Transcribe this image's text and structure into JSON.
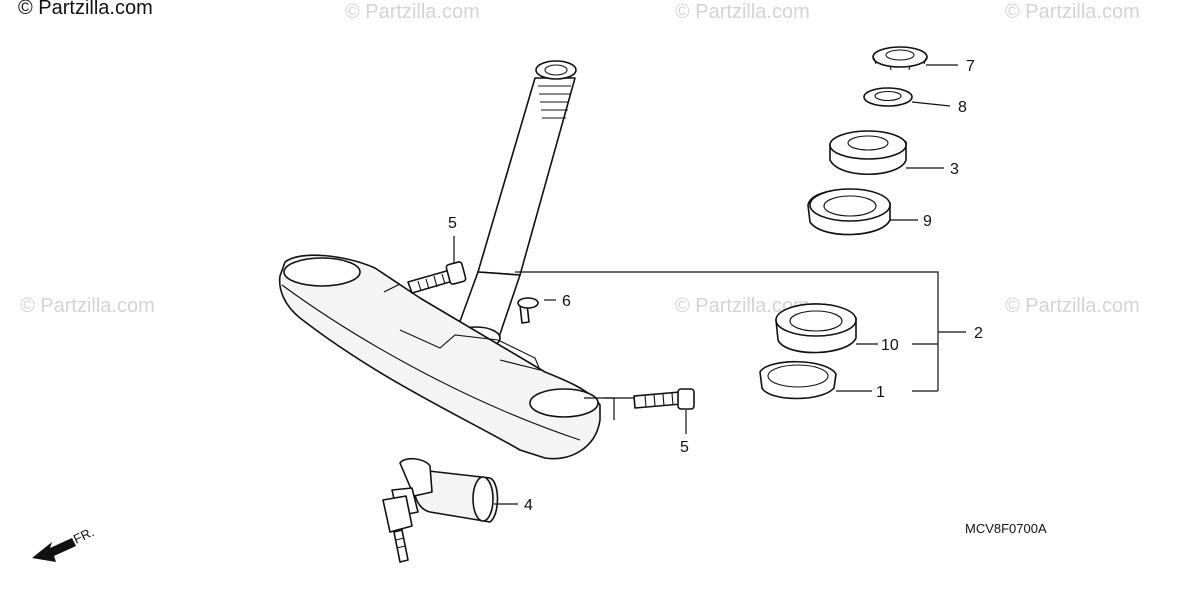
{
  "copyright_corner": "© Partzilla.com",
  "watermark_text": "© Partzilla.com",
  "diagram_code": "MCV8F0700A",
  "direction_label": "FR.",
  "callouts": {
    "c1": "1",
    "c2": "2",
    "c3": "3",
    "c4": "4",
    "c5a": "5",
    "c5b": "5",
    "c6": "6",
    "c7": "7",
    "c8": "8",
    "c9": "9",
    "c10": "10"
  }
}
